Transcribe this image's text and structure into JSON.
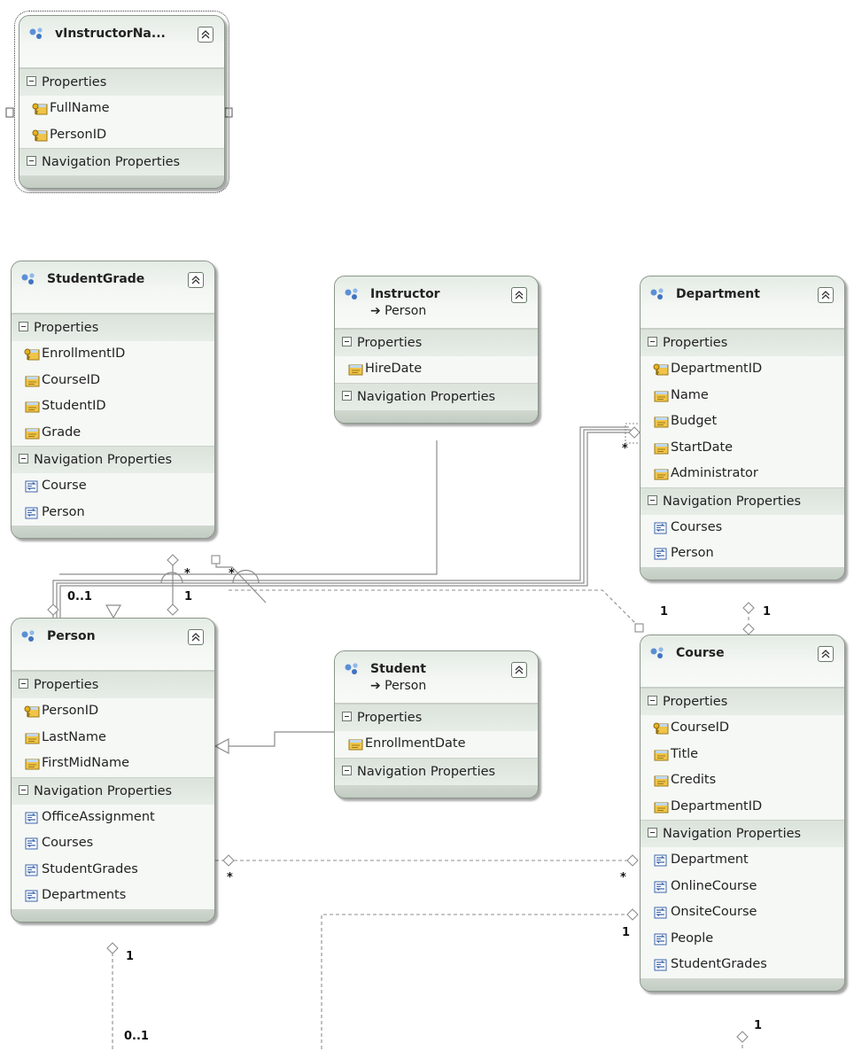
{
  "entities": {
    "vinstructor": {
      "title": "vInstructorNa...",
      "properties_label": "Properties",
      "properties": [
        "FullName",
        "PersonID"
      ],
      "navigation_label": "Navigation Properties",
      "navigation": []
    },
    "studentgrade": {
      "title": "StudentGrade",
      "properties_label": "Properties",
      "properties": [
        "EnrollmentID",
        "CourseID",
        "StudentID",
        "Grade"
      ],
      "navigation_label": "Navigation Properties",
      "navigation": [
        "Course",
        "Person"
      ]
    },
    "instructor": {
      "title": "Instructor",
      "base": "➔ Person",
      "properties_label": "Properties",
      "properties": [
        "HireDate"
      ],
      "navigation_label": "Navigation Properties",
      "navigation": []
    },
    "department": {
      "title": "Department",
      "properties_label": "Properties",
      "properties": [
        "DepartmentID",
        "Name",
        "Budget",
        "StartDate",
        "Administrator"
      ],
      "navigation_label": "Navigation Properties",
      "navigation": [
        "Courses",
        "Person"
      ]
    },
    "person": {
      "title": "Person",
      "properties_label": "Properties",
      "properties": [
        "PersonID",
        "LastName",
        "FirstMidName"
      ],
      "navigation_label": "Navigation Properties",
      "navigation": [
        "OfficeAssignment",
        "Courses",
        "StudentGrades",
        "Departments"
      ]
    },
    "student": {
      "title": "Student",
      "base": "➔ Person",
      "properties_label": "Properties",
      "properties": [
        "EnrollmentDate"
      ],
      "navigation_label": "Navigation Properties",
      "navigation": []
    },
    "course": {
      "title": "Course",
      "properties_label": "Properties",
      "properties": [
        "CourseID",
        "Title",
        "Credits",
        "DepartmentID"
      ],
      "navigation_label": "Navigation Properties",
      "navigation": [
        "Department",
        "OnlineCourse",
        "OnsiteCourse",
        "People",
        "StudentGrades"
      ]
    }
  },
  "multiplicities": {
    "sg_star_a": "*",
    "sg_star_b": "*",
    "zero_one_top": "0..1",
    "one_person_top": "1",
    "dept_star": "*",
    "dept_one_left": "1",
    "dept_one_bottom": "1",
    "person_star": "*",
    "course_star": "*",
    "course_one": "1",
    "person_one_bottom": "1",
    "zero_one_bottom": "0..1",
    "course_one_bottom": "1"
  }
}
